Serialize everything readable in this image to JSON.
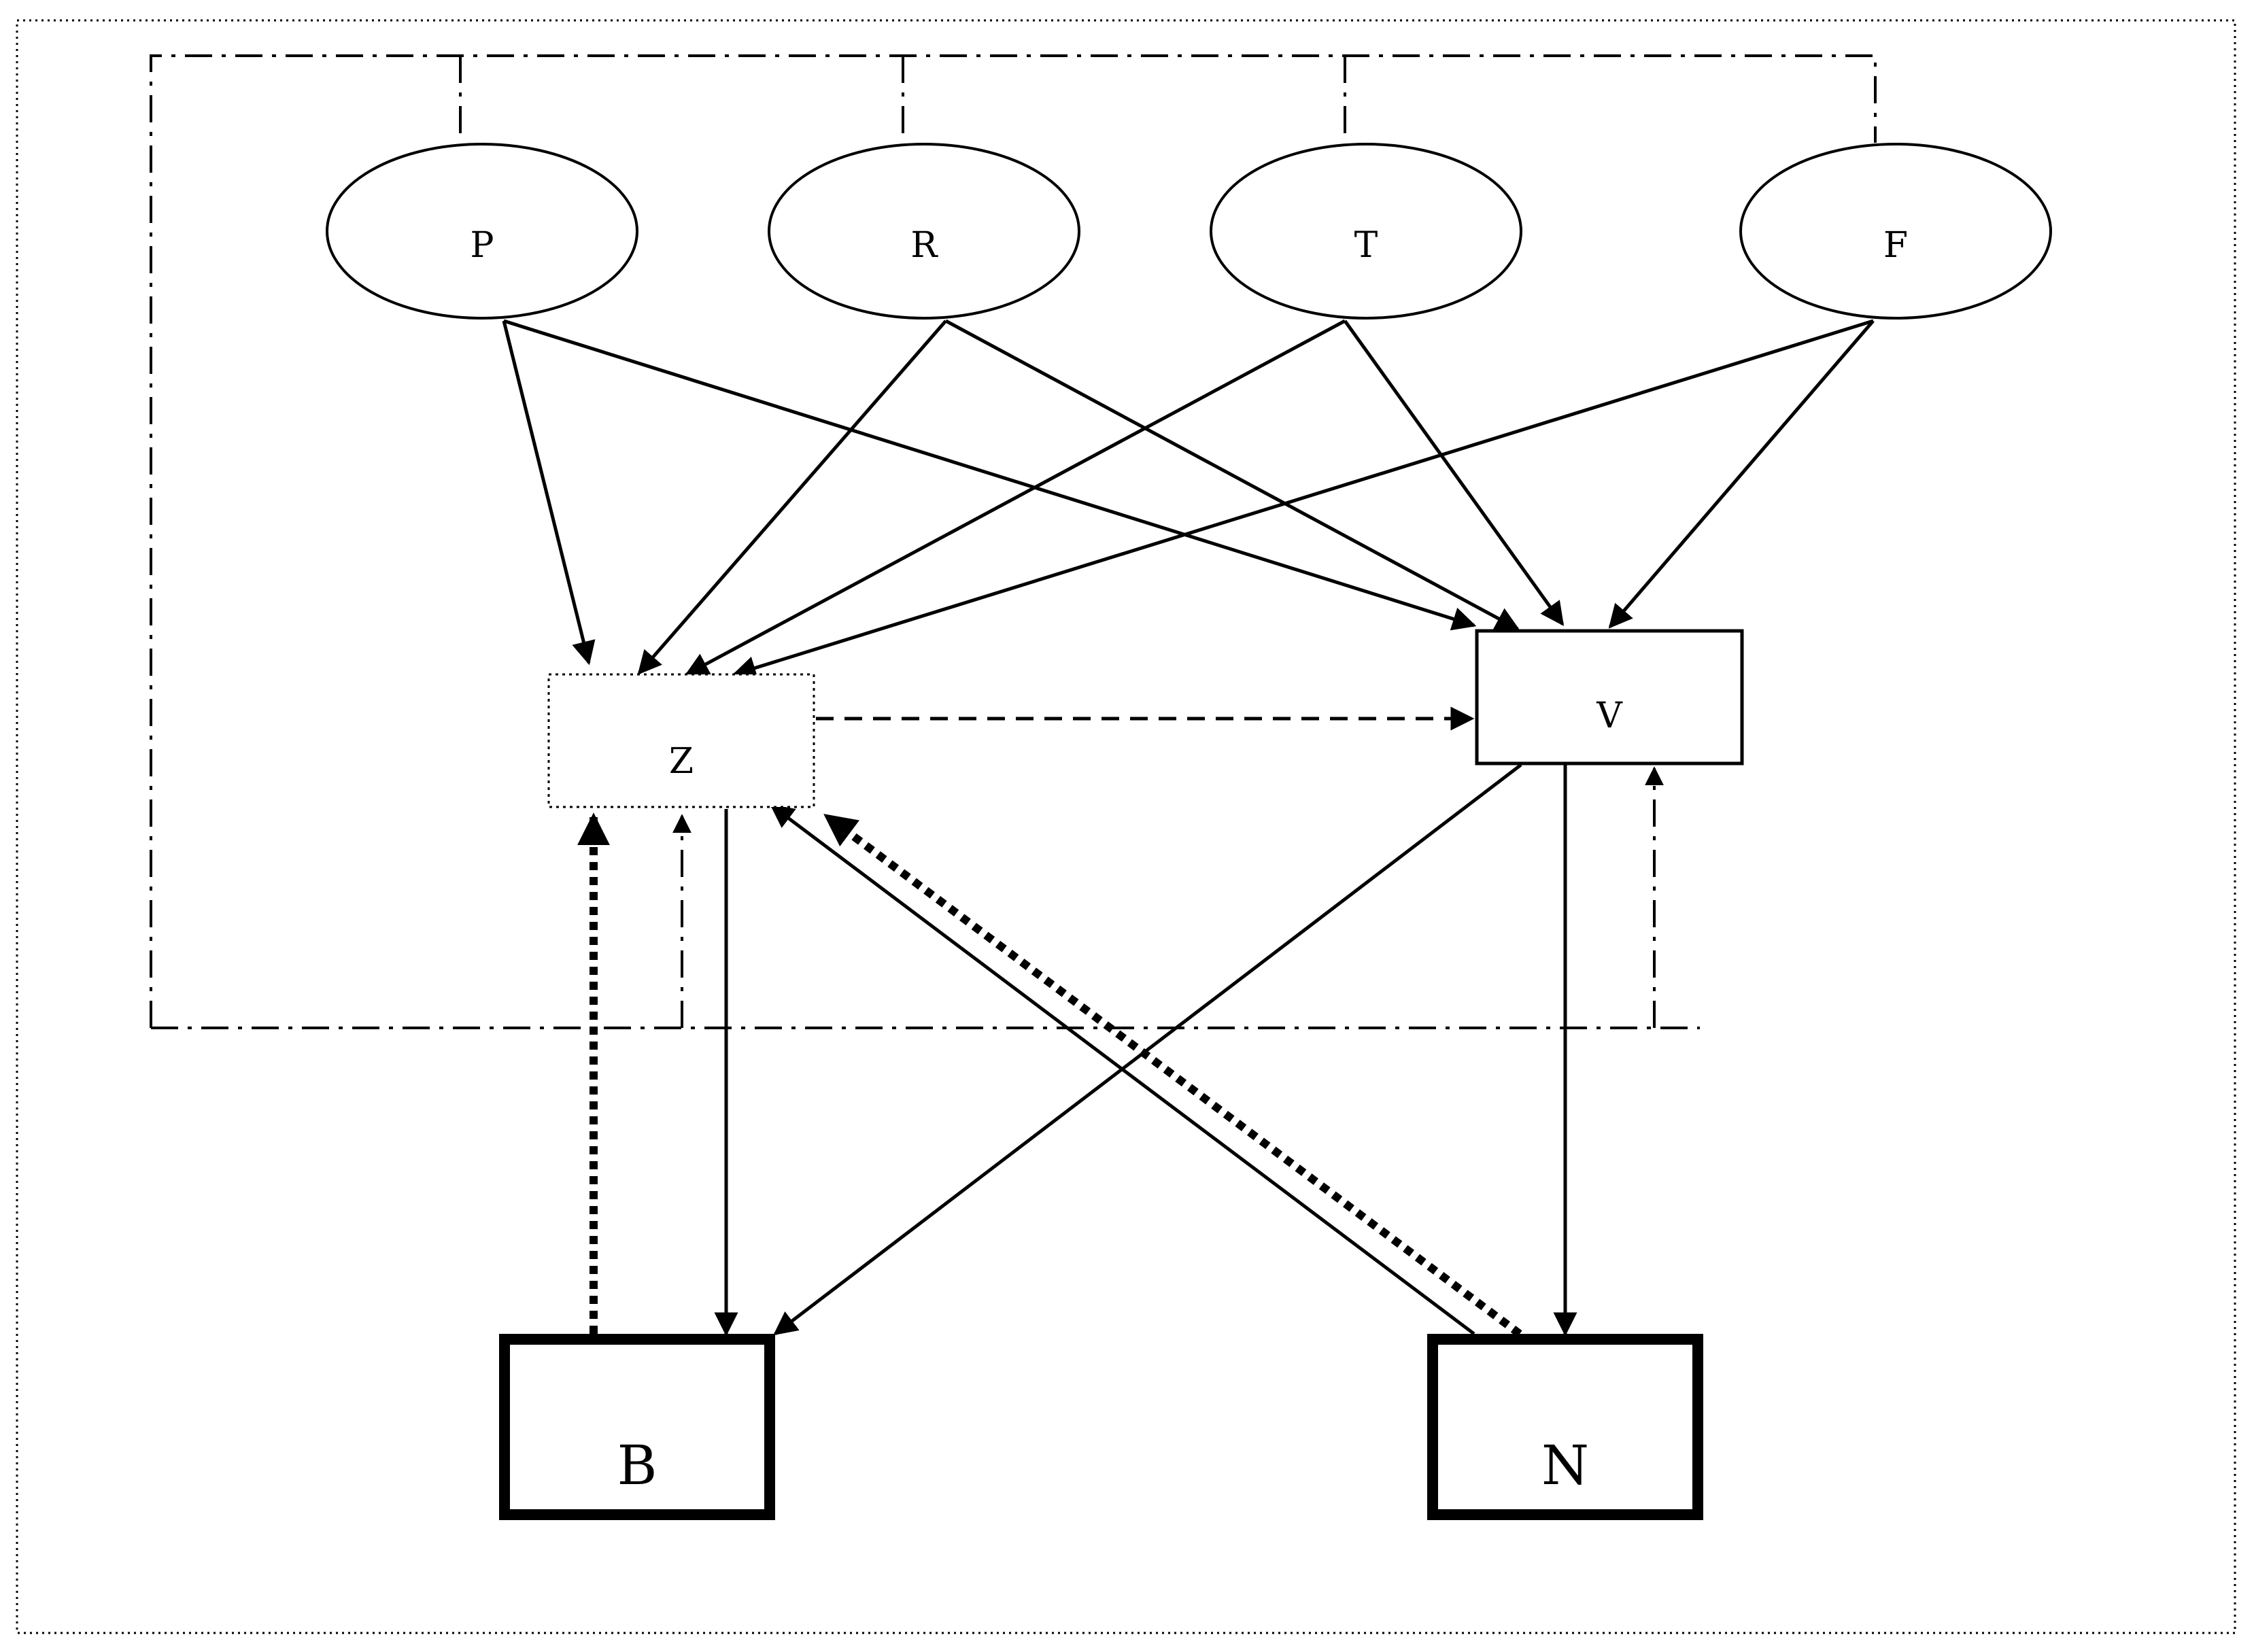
{
  "nodes": {
    "P": {
      "label": "P"
    },
    "R": {
      "label": "R"
    },
    "T": {
      "label": "T"
    },
    "F": {
      "label": "F"
    },
    "Z": {
      "label": "Z"
    },
    "V": {
      "label": "V"
    },
    "B": {
      "label": "B"
    },
    "N": {
      "label": "N"
    }
  },
  "edges": [
    {
      "from": "P",
      "to": "Z",
      "style": "solid"
    },
    {
      "from": "P",
      "to": "V",
      "style": "solid"
    },
    {
      "from": "R",
      "to": "Z",
      "style": "solid"
    },
    {
      "from": "R",
      "to": "V",
      "style": "solid"
    },
    {
      "from": "T",
      "to": "Z",
      "style": "solid"
    },
    {
      "from": "T",
      "to": "V",
      "style": "solid"
    },
    {
      "from": "F",
      "to": "Z",
      "style": "solid"
    },
    {
      "from": "F",
      "to": "V",
      "style": "solid"
    },
    {
      "from": "Z",
      "to": "V",
      "style": "dashed"
    },
    {
      "from": "Z",
      "to": "B",
      "style": "solid"
    },
    {
      "from": "V",
      "to": "B",
      "style": "solid"
    },
    {
      "from": "V",
      "to": "N",
      "style": "solid"
    },
    {
      "from": "N",
      "to": "Z",
      "style": "solid"
    },
    {
      "from": "N",
      "to": "Z",
      "style": "thick-dotted"
    },
    {
      "from": "B",
      "to": "Z",
      "style": "thick-dotted"
    },
    {
      "from": "P/R/T/F",
      "to": "Z",
      "style": "dash-dot"
    },
    {
      "from": "P/R/T/F",
      "to": "V",
      "style": "dash-dot"
    }
  ]
}
